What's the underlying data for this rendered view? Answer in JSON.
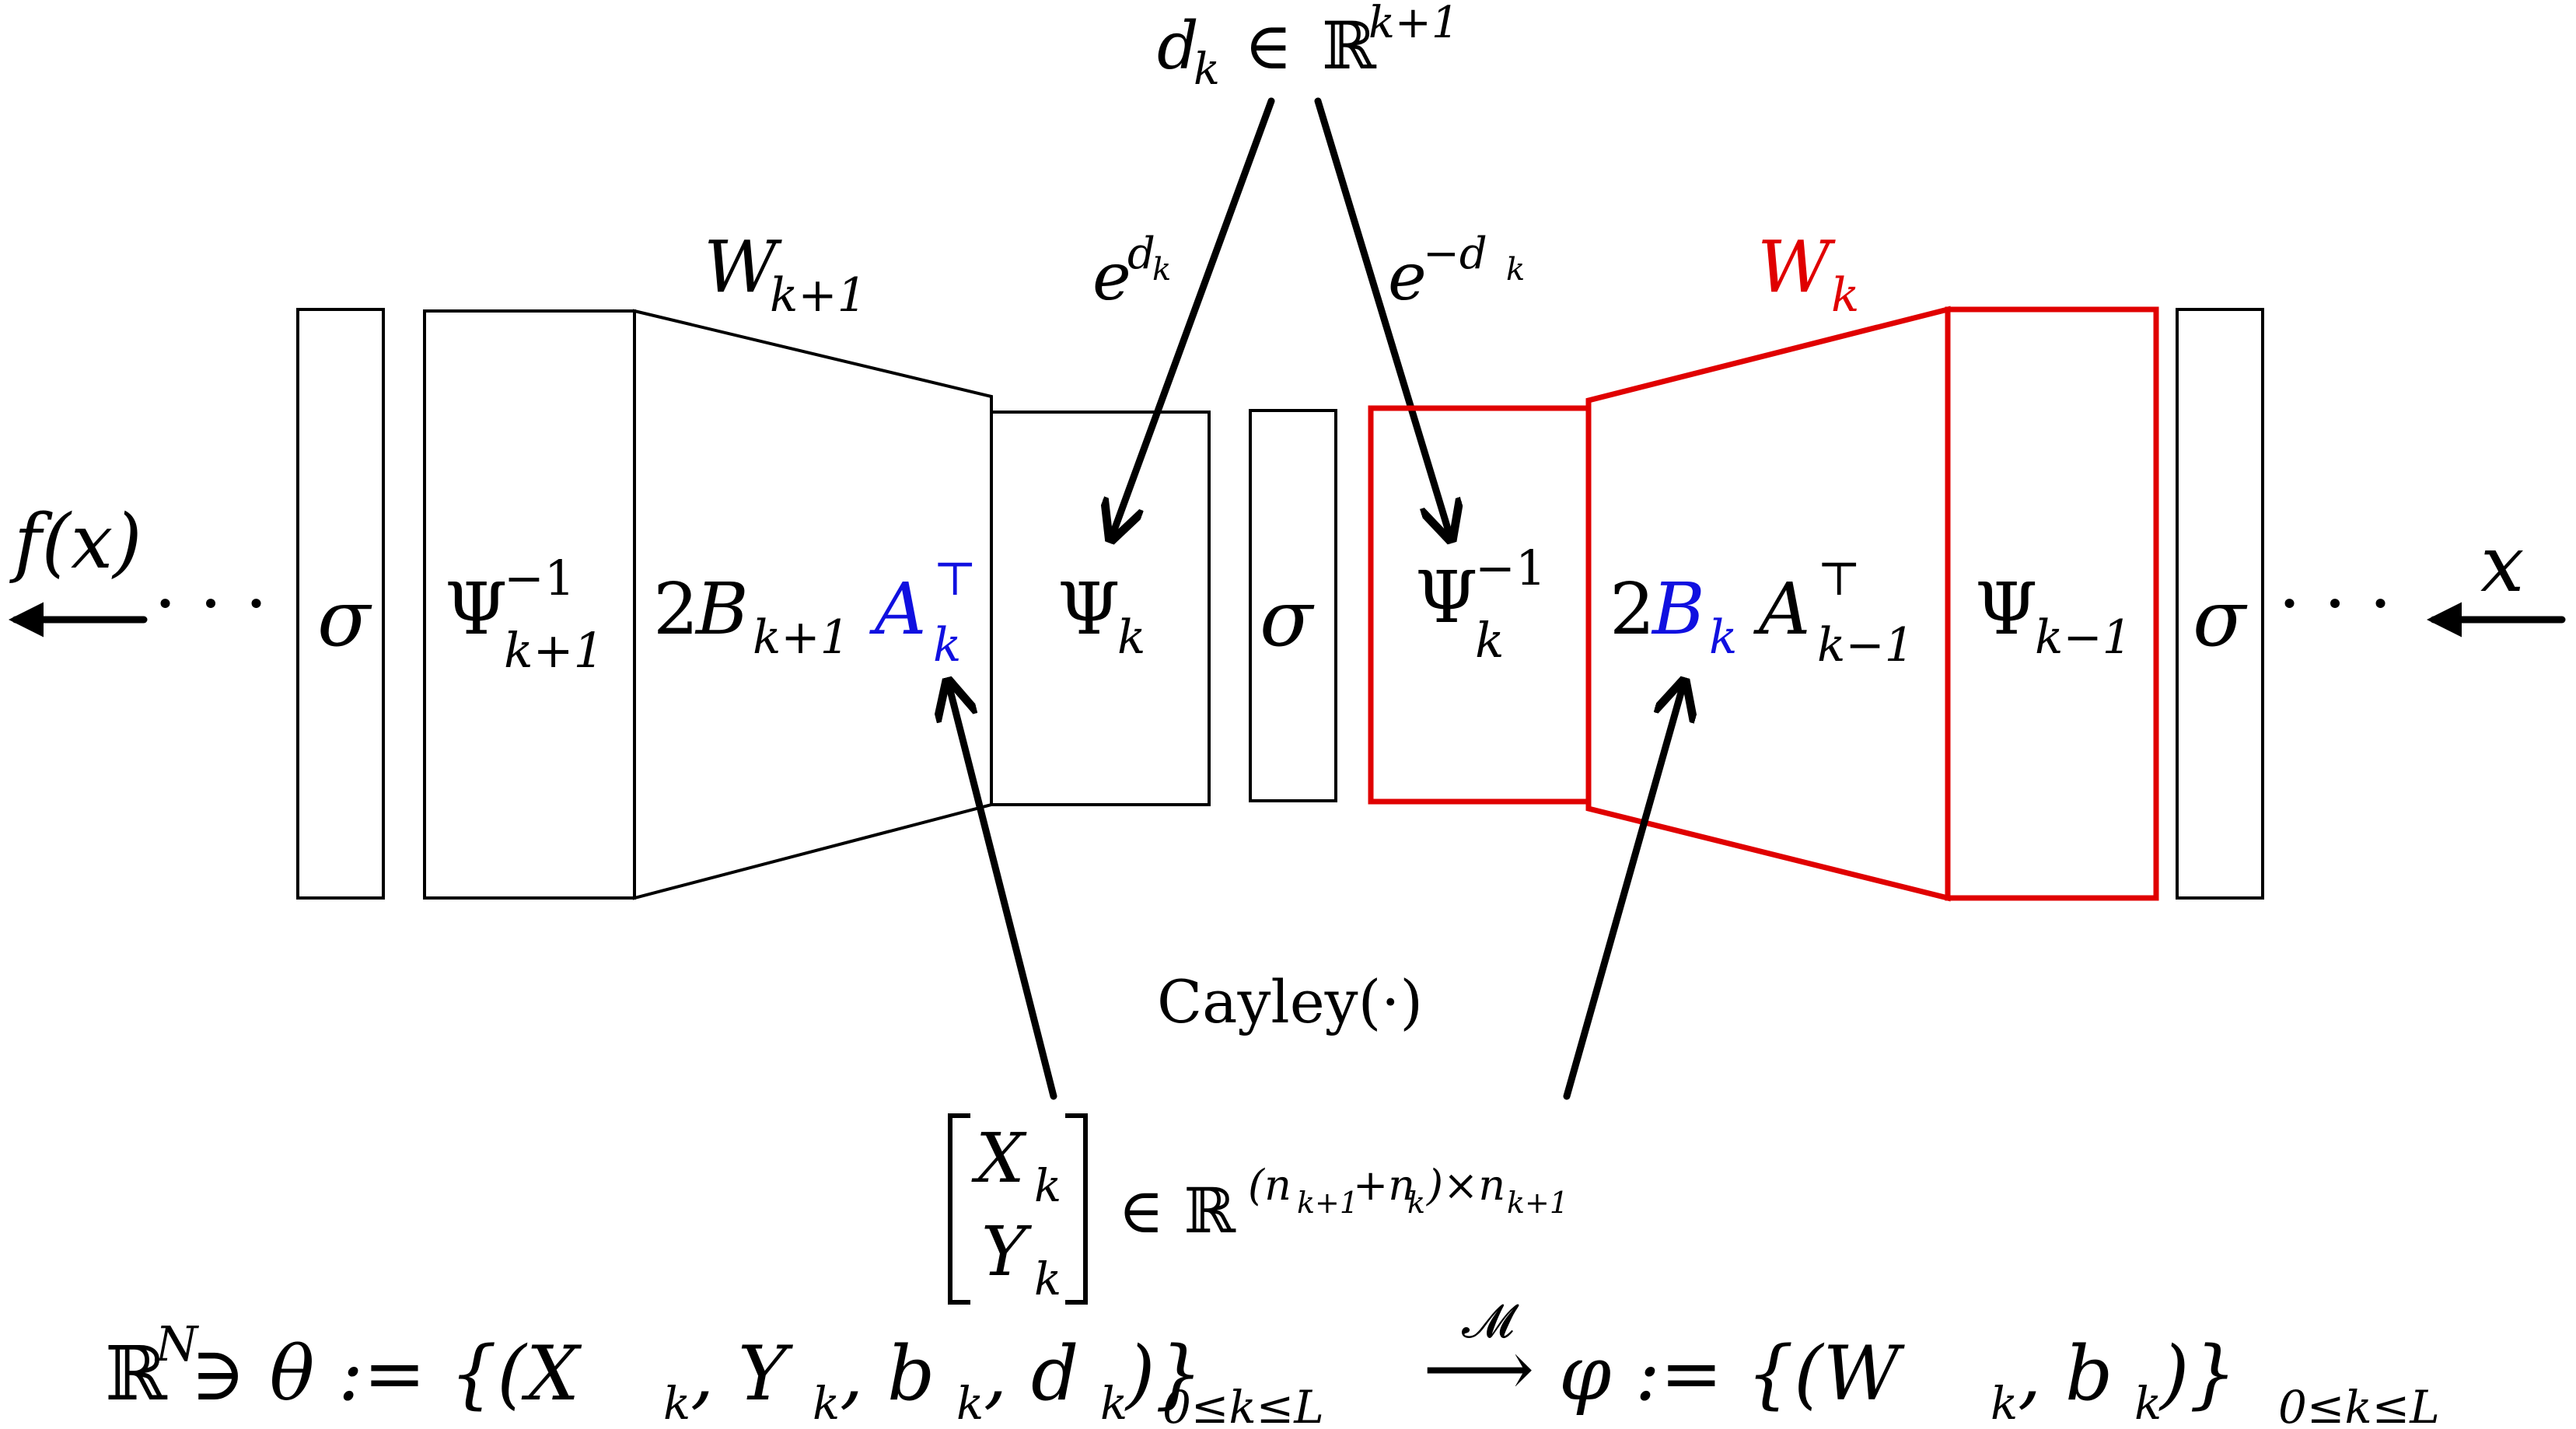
{
  "colors": {
    "ink": "#000000",
    "highlight_red": "#e00000",
    "highlight_blue": "#1010e0"
  },
  "labels": {
    "d_main": "d",
    "d_sub": "k",
    "in_sym": "∈",
    "reals": "ℝ",
    "reals_sup": "k+1",
    "exp_pos_base": "e",
    "exp_pos_sup": "d",
    "exp_pos_sup_sub": "k",
    "exp_neg_base": "e",
    "exp_neg_sup": "−d",
    "exp_neg_sup_sub": "k",
    "w_left_main": "W",
    "w_left_sub": "k+1",
    "w_right_main": "W",
    "w_right_sub": "k",
    "sigma": "σ",
    "psi": "Ψ",
    "psi_inv_sup": "−1",
    "psi_left_sub": "k+1",
    "psi_mid_sub": "k",
    "psi_right_inv_sub": "k",
    "psi_right_sub": "k−1",
    "two": "2",
    "b_main": "B",
    "b_left_sub": "k+1",
    "b_right_sub": "k",
    "a_main": "A",
    "a_sup": "⊤",
    "a_left_sub": "k",
    "a_right_sub": "k−1",
    "output": "f(x)",
    "input": "x",
    "dots": "· · ·",
    "cayley": "Cayley(·)",
    "x_main": "X",
    "x_sub": "k",
    "y_main": "Y",
    "y_sub": "k",
    "matrix_space_prefix": "∈ ℝ",
    "matrix_space_sup_a": "(n",
    "matrix_space_sup_a_sub": "k+1",
    "matrix_space_sup_b": "+n",
    "matrix_space_sup_b_sub": "k",
    "matrix_space_sup_c": ")×n",
    "matrix_space_sup_c_sub": "k+1",
    "bottom_reals": "ℝ",
    "bottom_reals_sup": "N",
    "bottom_theta": " ∋ θ := {(X",
    "bottom_sub_k1": "k",
    "bottom_comma1": ", Y",
    "bottom_sub_k2": "k",
    "bottom_comma2": ", b",
    "bottom_sub_k3": "k",
    "bottom_comma3": ", d",
    "bottom_sub_k4": "k",
    "bottom_close1": ")}",
    "bottom_range1": "0≤k≤L",
    "map_symbol": "𝓜",
    "map_arrow": "⟶",
    "bottom_phi": "φ := {(W",
    "bottom_sub_k5": "k",
    "bottom_comma5": ", b",
    "bottom_sub_k6": "k",
    "bottom_close2": ")}",
    "bottom_range2": "0≤k≤L"
  }
}
